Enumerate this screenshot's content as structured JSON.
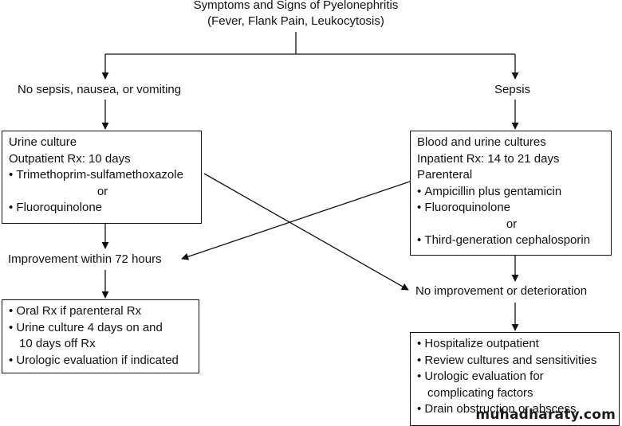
{
  "root": {
    "title": "Symptoms and Signs of Pyelonephritis",
    "subtitle": "(Fever, Flank Pain, Leukocytosis)"
  },
  "left_branch": {
    "label": "No sepsis, nausea, or vomiting",
    "box_lines": [
      "Urine culture",
      "Outpatient Rx: 10 days"
    ],
    "box_bullet_1": "Trimethoprim-sulfamethoxazole",
    "box_or": "or",
    "box_bullet_2": "Fluoroquinolone"
  },
  "right_branch": {
    "label": "Sepsis",
    "box_lines": [
      "Blood and urine cultures",
      "Inpatient Rx: 14 to 21 days",
      "Parenteral"
    ],
    "box_bullet_1": "Ampicillin plus gentamicin",
    "box_bullet_2": "Fluoroquinolone",
    "box_or": "or",
    "box_bullet_3": "Third-generation cephalosporin"
  },
  "improvement": {
    "label": "Improvement within 72 hours",
    "bullets": [
      "Oral Rx if parenteral Rx",
      "Urine culture 4 days on and"
    ],
    "continuation": "10 days off Rx",
    "last_bullet": "Urologic evaluation if indicated"
  },
  "no_improvement": {
    "label": "No improvement or deterioration",
    "bullets": [
      "Hospitalize outpatient",
      "Review cultures and sensitivities",
      "Urologic evaluation for"
    ],
    "continuation": "complicating factors",
    "last_bullet": "Drain obstruction or abscess"
  },
  "watermark": "muhadharaty.com"
}
